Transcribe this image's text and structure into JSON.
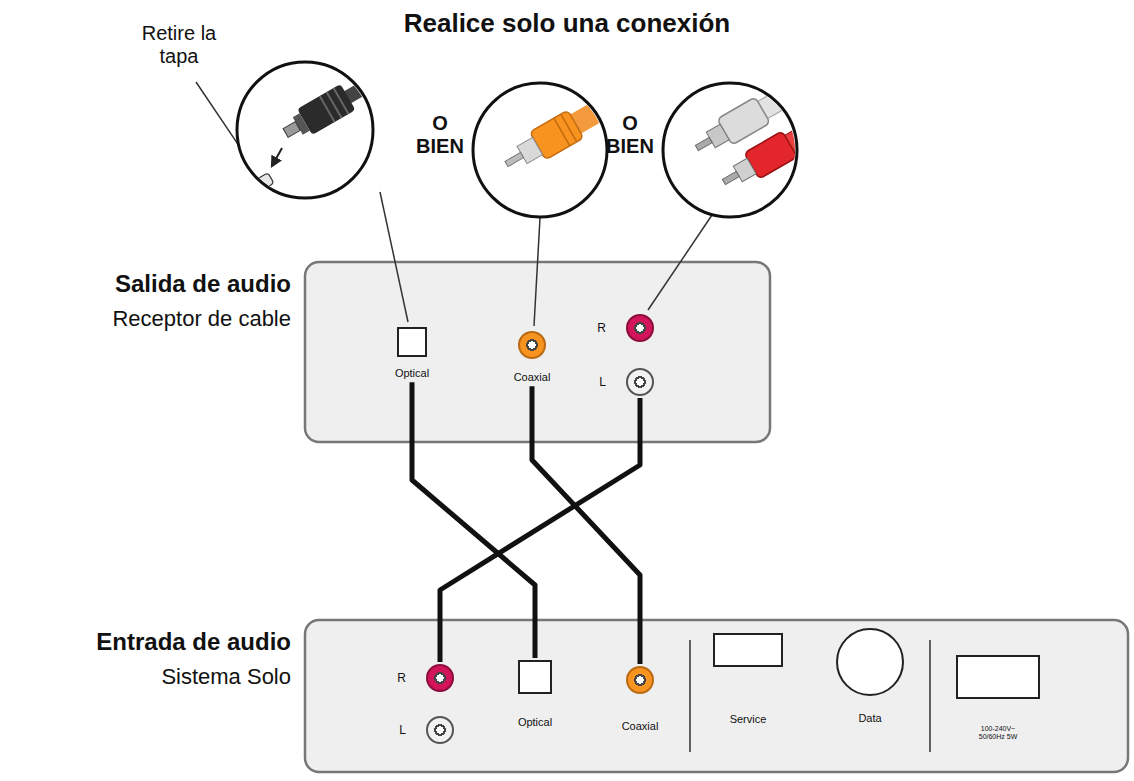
{
  "diagram": {
    "title": "Realice solo una conexión",
    "nodes": [
      {
        "text": [
          "Salida de audio",
          "Receptor de cable"
        ]
      },
      {
        "text": [
          "Optical"
        ],
        "in": 0
      },
      {
        "text": [
          "Coaxial"
        ],
        "in": 0
      },
      {
        "text": [
          "R"
        ],
        "in": 0
      },
      {
        "text": [
          "L"
        ],
        "in": 0
      },
      {
        "text": [
          "Entrada de audio",
          "Sistema Solo"
        ]
      },
      {
        "text": [
          "R"
        ],
        "in": 5
      },
      {
        "text": [
          "L"
        ],
        "in": 5
      },
      {
        "text": [
          "Optical"
        ],
        "in": 5
      },
      {
        "text": [
          "Coaxial"
        ],
        "in": 5
      },
      {
        "text": [
          "Service"
        ],
        "in": 5
      },
      {
        "text": [
          "Data"
        ],
        "in": 5
      },
      {
        "text": [
          "100-240V~ 50/60Hz 5W"
        ],
        "in": 5
      }
    ],
    "edges": [
      {
        "from": 1,
        "to": 8,
        "arrow": "none"
      },
      {
        "from": 2,
        "to": 9,
        "arrow": "none"
      },
      {
        "from": 4,
        "to": 6,
        "arrow": "none"
      }
    ],
    "labels": [
      "Retire la tapa",
      "O BIEN",
      "O BIEN"
    ]
  }
}
